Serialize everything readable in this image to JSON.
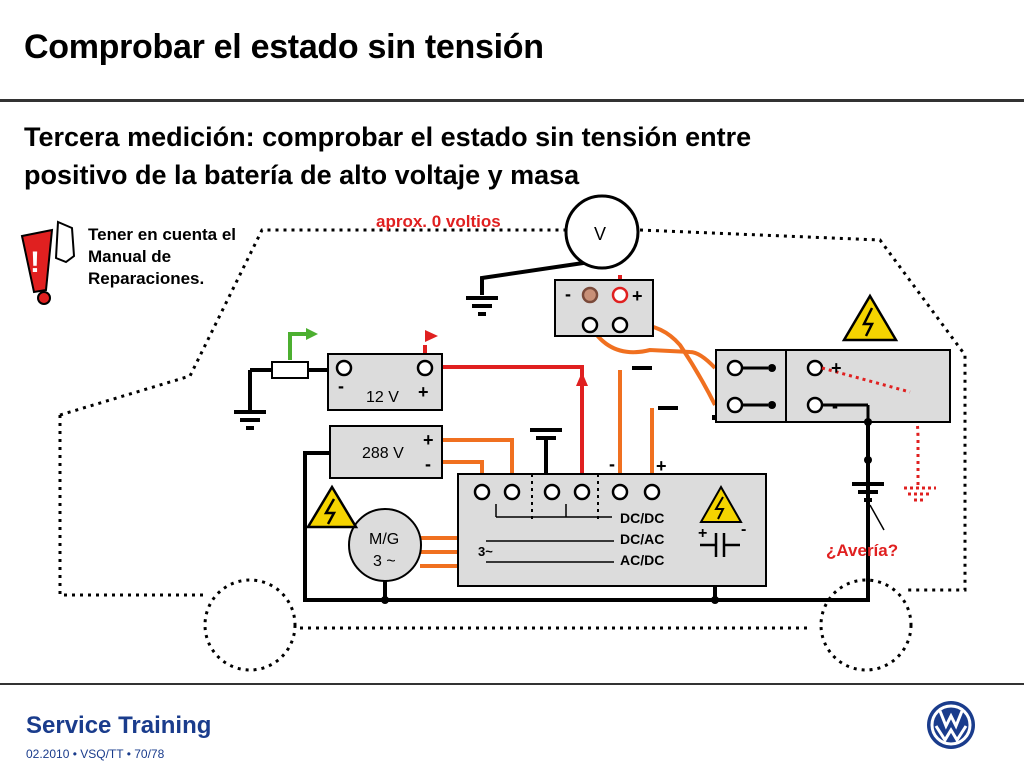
{
  "header": {
    "title": "Comprobar el estado sin tensión",
    "subtitle_line1": "Tercera medición: comprobar el estado sin tensión entre",
    "subtitle_line2": "positivo de la batería de alto voltaje y masa"
  },
  "note": {
    "line1": "Tener en cuenta el",
    "line2": "Manual de",
    "line3": "Reparaciones."
  },
  "diagram": {
    "reading": "aprox. 0 voltios",
    "voltmeter": "V",
    "battery12": "12 V",
    "battery288": "288 V",
    "motor_line1": "M/G",
    "motor_line2": "3 ~",
    "converter1": "DC/DC",
    "converter2": "DC/AC",
    "converter3": "AC/DC",
    "three_phase": "3~",
    "fault": "¿Avería?",
    "plus": "+",
    "minus": "-"
  },
  "colors": {
    "red": "#e02020",
    "orange": "#f07020",
    "brand": "#1a3c8c"
  },
  "footer": {
    "brand": "Service Training",
    "meta": "02.2010 • VSQ/TT • 70/78"
  }
}
